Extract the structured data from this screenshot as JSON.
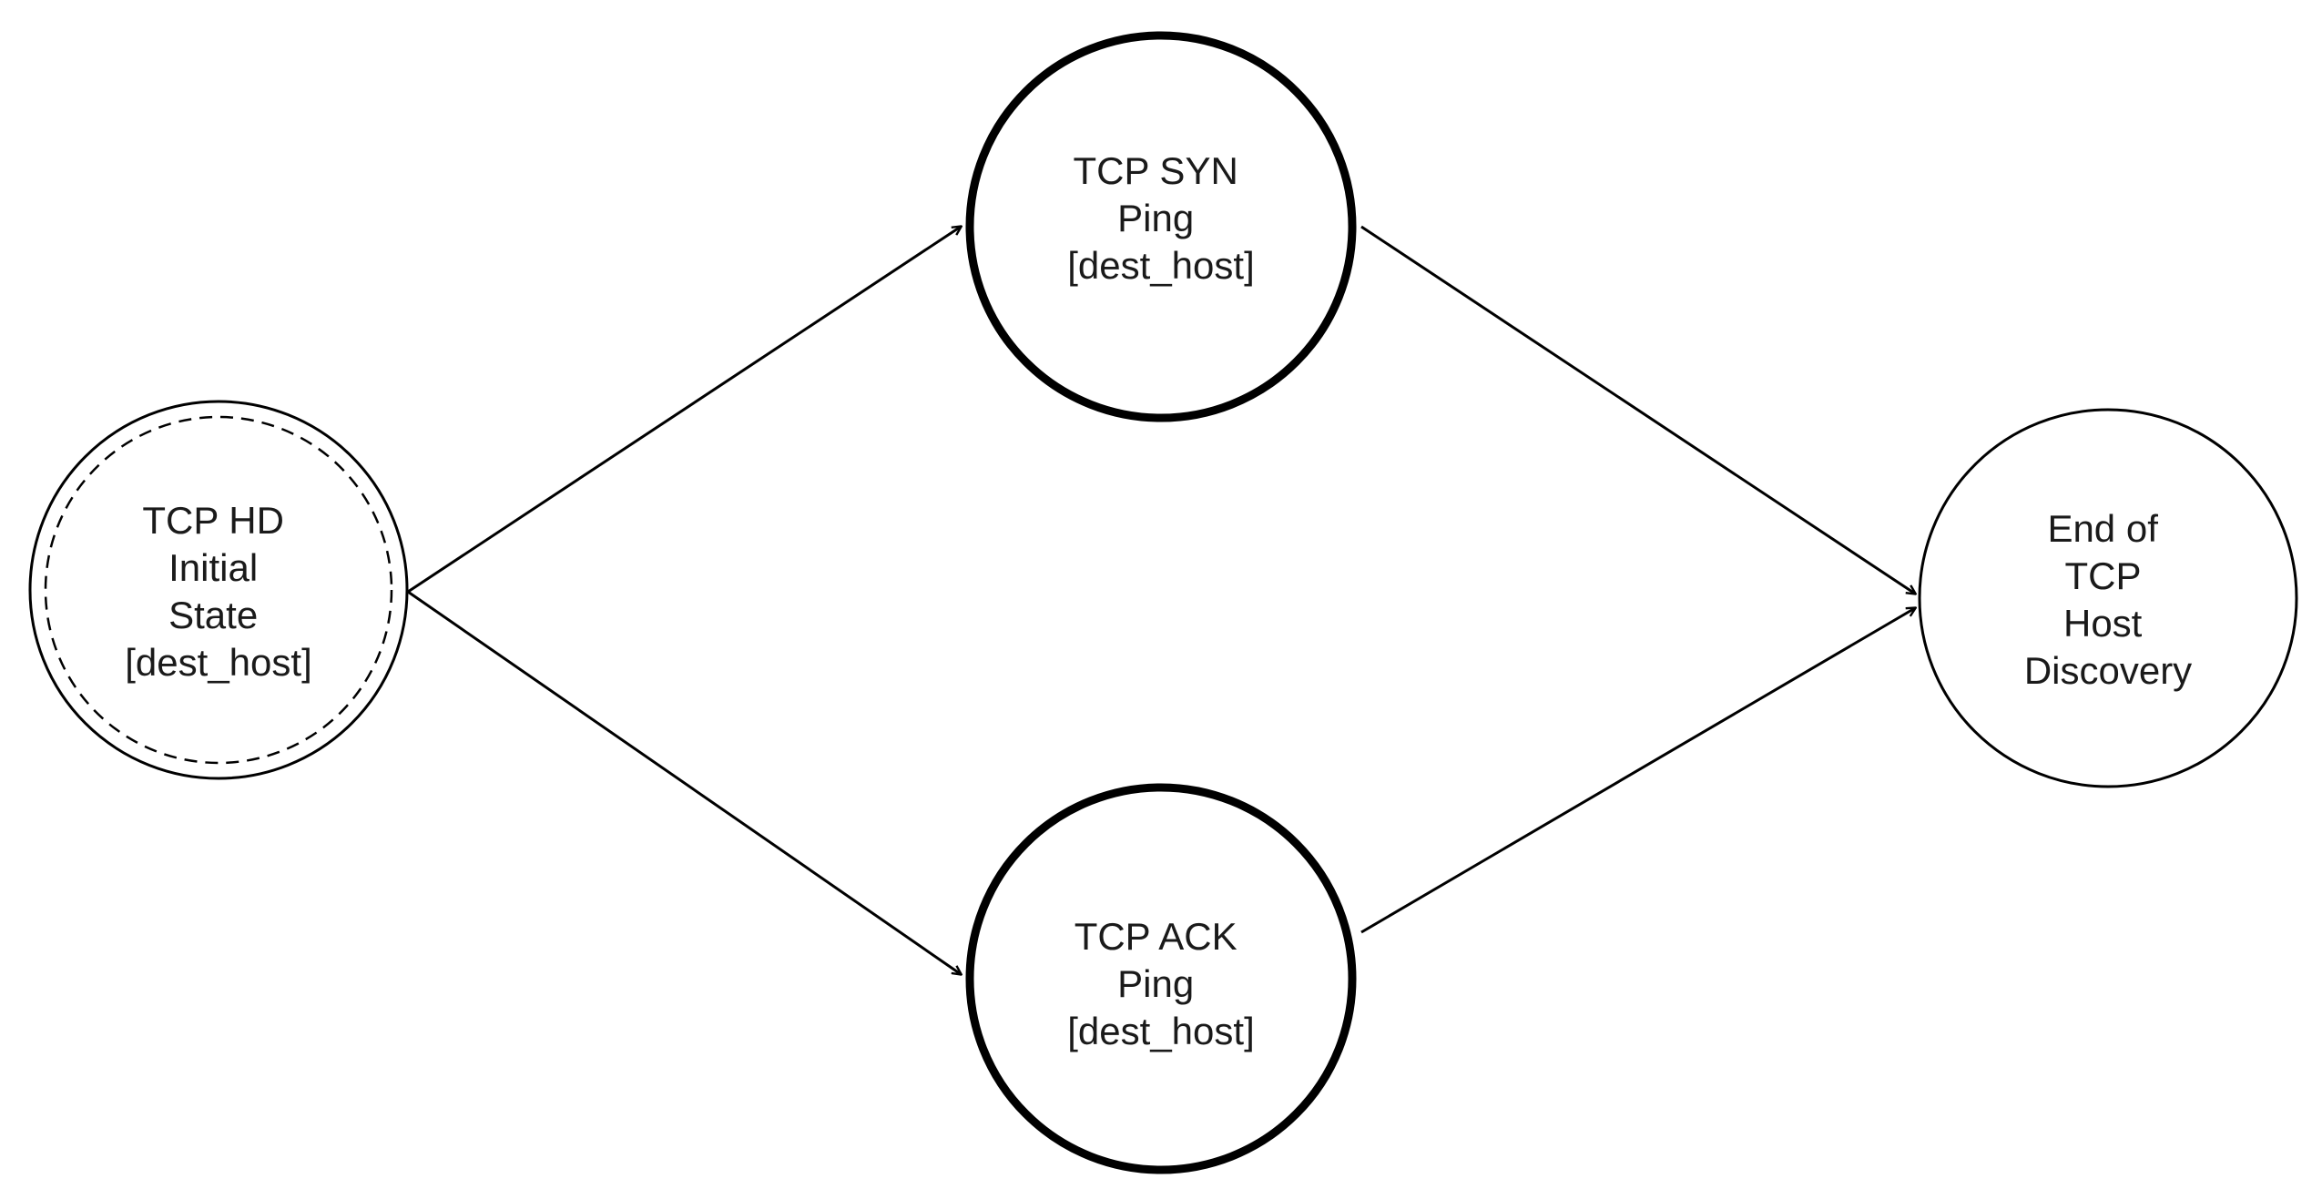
{
  "diagram": {
    "nodes": [
      {
        "id": "initial",
        "lines": [
          "TCP HD",
          "Initial",
          "State",
          "[dest_host]"
        ],
        "style": "initial-double-dashed"
      },
      {
        "id": "syn",
        "lines": [
          "TCP SYN",
          "Ping",
          "[dest_host]"
        ],
        "style": "bold"
      },
      {
        "id": "ack",
        "lines": [
          "TCP ACK",
          "Ping",
          "[dest_host]"
        ],
        "style": "bold"
      },
      {
        "id": "end",
        "lines": [
          "End of",
          "TCP",
          "Host",
          "Discovery"
        ],
        "style": "normal"
      }
    ],
    "edges": [
      {
        "from": "initial",
        "to": "syn"
      },
      {
        "from": "initial",
        "to": "ack"
      },
      {
        "from": "syn",
        "to": "end"
      },
      {
        "from": "ack",
        "to": "end"
      }
    ],
    "colors": {
      "stroke": "#000000",
      "text": "#1a1a1a",
      "background": "#ffffff"
    }
  }
}
